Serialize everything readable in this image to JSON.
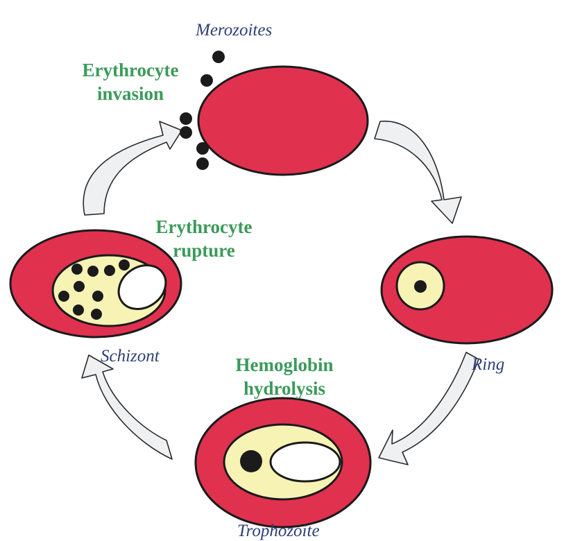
{
  "stages": {
    "merozoites": "Merozoites",
    "ring": "Ring",
    "trophozoite": "Trophozoite",
    "schizont": "Schizont"
  },
  "processes": {
    "invasion": {
      "line1": "Erythrocyte",
      "line2": "invasion"
    },
    "rupture": {
      "line1": "Erythrocyte",
      "line2": "rupture"
    },
    "hydrolysis": {
      "line1": "Hemoglobin",
      "line2": "hydrolysis"
    }
  },
  "colors": {
    "erythrocyte": "#e0314f",
    "parasite_cytoplasm": "#f6f3b4",
    "vacuole": "#ffffff",
    "nucleus": "#1b1b1b",
    "arrow_fill": "#eef0f2",
    "stage_label": "#2e3f78",
    "process_label": "#3b9a5a"
  }
}
